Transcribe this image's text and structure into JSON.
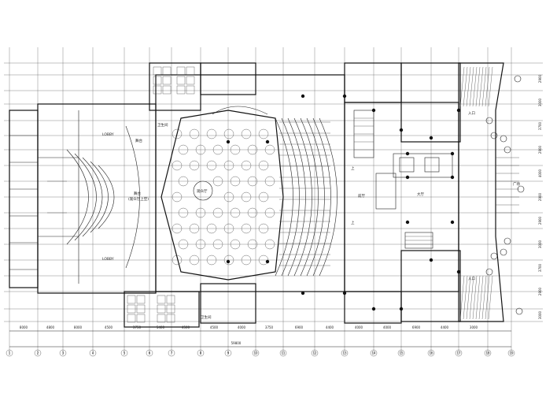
{
  "dimensions": [
    "8000",
    "4800",
    "8000",
    "4500",
    "3750",
    "5400",
    "4500",
    "4500",
    "4000",
    "3750",
    "6900",
    "4400",
    "4000",
    "4000",
    "6900",
    "4400",
    "3000"
  ],
  "total_dimension": "59800",
  "right_dimensions": [
    "2900",
    "3000",
    "3700",
    "2900",
    "4000",
    "2900",
    "2900",
    "3000",
    "3700",
    "2900",
    "3000"
  ],
  "room_labels": {
    "left_upper": "LOBBY",
    "left_lower": "LOBBY",
    "stage_upper": "舞台",
    "stage_center": "舞台",
    "stage_center_sub": "(观众厅上空)",
    "hall_center": "观众厅",
    "lobby_center": "前厅",
    "lobby_right": "大厅",
    "stair_upper": "上",
    "stair_lower": "上",
    "wc_upper": "卫生间",
    "wc_lower": "卫生间",
    "entry_upper": "入口",
    "entry_lower": "入口",
    "plaza_label": "广场"
  },
  "axis_markers": [
    "1",
    "2",
    "3",
    "4",
    "5",
    "6",
    "7",
    "8",
    "9",
    "10",
    "11",
    "12",
    "13",
    "14",
    "15",
    "16",
    "17",
    "18",
    "19"
  ]
}
